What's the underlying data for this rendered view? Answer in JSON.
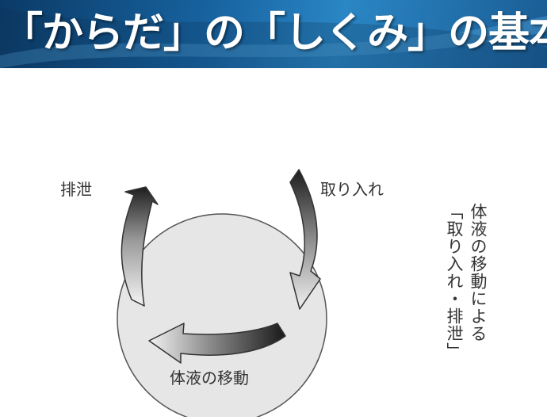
{
  "header": {
    "title": "「からだ」の「しくみ」の基本"
  },
  "diagram": {
    "labels": {
      "excretion": "排泄",
      "intake": "取り入れ",
      "fluid_movement": "体液の移動"
    },
    "vertical_caption": {
      "line1": "体液の移動による",
      "line2": "「取り入れ・排泄」"
    }
  }
}
